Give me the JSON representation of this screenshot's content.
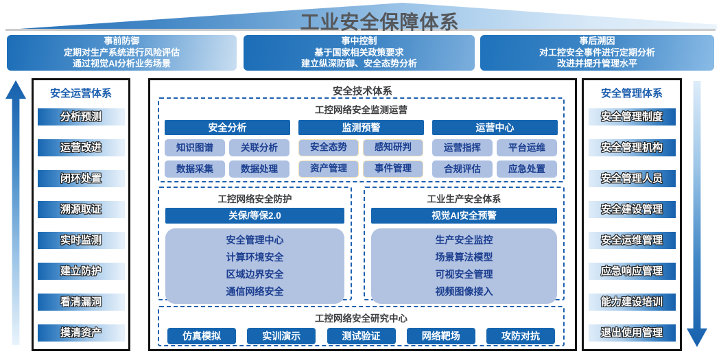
{
  "header": {
    "title": "工业安全保障体系",
    "banners": [
      {
        "title": "事前防御",
        "line1": "定期对生产系统进行风险评估",
        "line2": "通过视觉AI分析业务场景"
      },
      {
        "title": "事中控制",
        "line1": "基于国家相关政策要求",
        "line2": "建立纵深防御、安全态势分析"
      },
      {
        "title": "事后溯因",
        "line1": "对工控安全事件进行定期分析",
        "line2": "改进并提升管理水平"
      }
    ]
  },
  "left_panel": {
    "title": "安全运营体系",
    "items": [
      "分析预测",
      "运营改进",
      "闭环处置",
      "溯源取证",
      "实时监测",
      "建立防护",
      "看清漏洞",
      "摸清资产"
    ]
  },
  "right_panel": {
    "title": "安全管理体系",
    "items": [
      "安全管理制度",
      "安全管理机构",
      "安全管理人员",
      "安全建设管理",
      "安全运维管理",
      "应急响应管理",
      "能力建设培训",
      "退出使用管理"
    ]
  },
  "center_panel": {
    "title": "安全技术体系",
    "monitoring": {
      "title": "工控网络安全监测运营",
      "columns": [
        {
          "header": "安全分析",
          "cells": [
            "知识图谱",
            "关联分析",
            "数据采集",
            "数据处理"
          ]
        },
        {
          "header": "监测预警",
          "cells": [
            "安全态势",
            "感知研判",
            "资产管理",
            "事件管理"
          ]
        },
        {
          "header": "运营中心",
          "cells": [
            "运营指挥",
            "平台运维",
            "合规评估",
            "应急处置"
          ]
        }
      ]
    },
    "protection": {
      "title": "工控网络安全防护",
      "bar": "关保/等保2.0",
      "items": [
        "安全管理中心",
        "计算环境安全",
        "区域边界安全",
        "通信网络安全"
      ]
    },
    "production": {
      "title": "工业生产安全体系",
      "bar": "视觉AI安全预警",
      "items": [
        "生产安全监控",
        "场景算法模型",
        "可视安全管理",
        "视频图像接入"
      ]
    },
    "research": {
      "title": "工控网络安全研究中心",
      "buttons": [
        "仿真模拟",
        "实训演示",
        "测试验证",
        "网络靶场",
        "攻防对抗"
      ]
    }
  },
  "colors": {
    "accent_blue": "#1565b0",
    "cell_blue": "#adc0e2",
    "navy_text": "#1b3e8f",
    "dashed_border": "#1c5fae",
    "highlight_border": "#eedfae",
    "title_gray": "#56575a"
  }
}
